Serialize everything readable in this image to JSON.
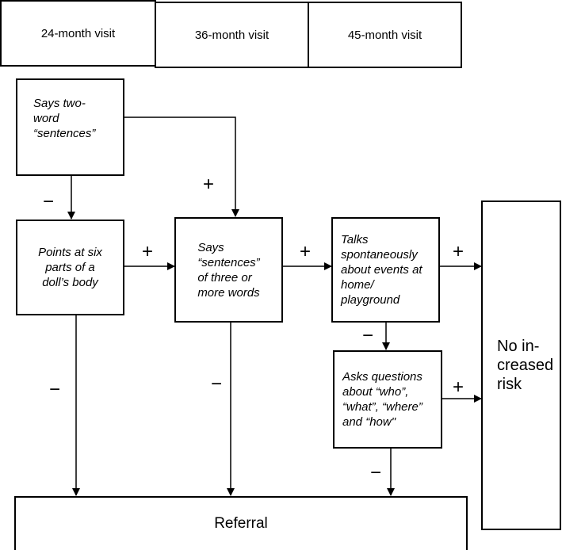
{
  "headers": {
    "visit24": "24-month visit",
    "visit36": "36-month visit",
    "visit45": "45-month visit"
  },
  "nodes": {
    "two_word": "Says two-\nword\n“sentences”",
    "six_parts": "Points at six\nparts of a\ndoll’s body",
    "three_words": "Says\n“sentences”\nof three or\nmore words",
    "talks": "Talks\nspontaneously\nabout events at\nhome/\nplayground",
    "questions": "Asks questions\nabout “who”,\n“what”, “where”\nand “how\"",
    "no_risk": "No in-\ncreased\nrisk",
    "referral": "Referral"
  },
  "signs": {
    "plus": "+",
    "minus": "−"
  }
}
